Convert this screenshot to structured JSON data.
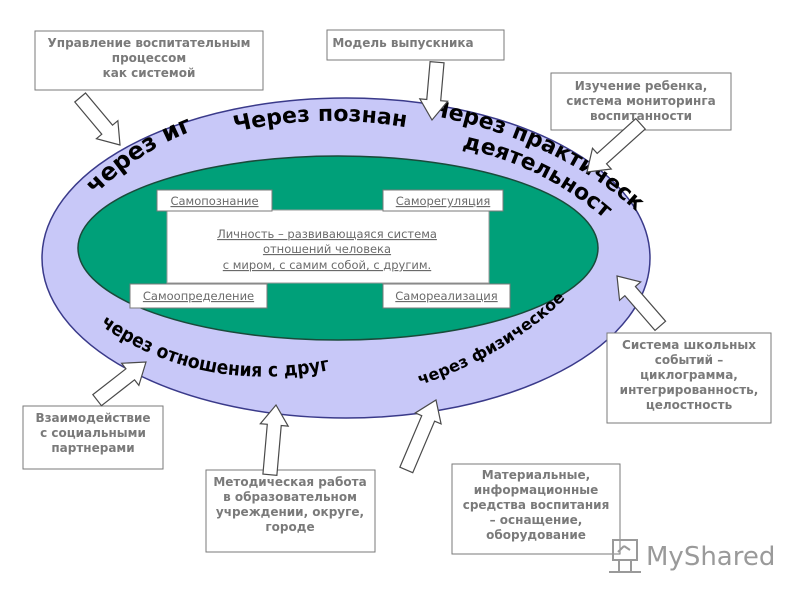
{
  "outer_boxes": {
    "management": [
      "Управление воспитательным",
      "процессом",
      "как системой"
    ],
    "graduate_model": [
      "Модель выпускника"
    ],
    "child_study": [
      "Изучение ребенка,",
      "система мониторинга",
      "воспитанности"
    ],
    "school_events": [
      "Система школьных",
      "событий –",
      "циклограмма,",
      "интегрированность,",
      "целостность"
    ],
    "materials": [
      "Материальные,",
      "информационные",
      "средства воспитания",
      "– оснащение,",
      "оборудование"
    ],
    "methodical": [
      "Методическая работа",
      "в образовательном",
      "учреждении, округе,",
      "городе"
    ],
    "partners": [
      "Взаимодействие",
      "с социальными",
      "партнерами"
    ]
  },
  "ring_labels": {
    "through_cognition": "Через  познание",
    "through_play": "через игру",
    "through_practice_1": "Через практическую",
    "through_practice_2": "деятельность",
    "through_relations": "через отношения с другими людьми",
    "through_physical": "через физическое развитие"
  },
  "inner": {
    "self_knowledge": "Самопознание",
    "self_regulation": "Саморегуляция",
    "self_determination": "Самоопределение",
    "self_realization": "Самореализация",
    "center": [
      "Личность – развивающаяся система",
      "отношений человека",
      "с миром, с самим собой, с другим."
    ]
  },
  "watermark": "MyShared",
  "colors": {
    "outer_ring": "#c8c8f8",
    "inner_ellipse": "#00a079",
    "box_text": "#7a7a7a"
  }
}
